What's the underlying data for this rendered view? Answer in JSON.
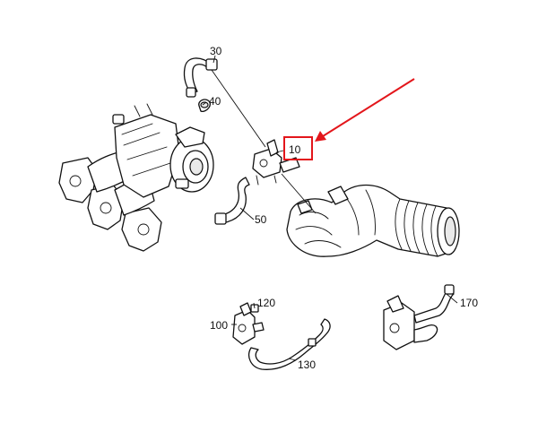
{
  "diagram": {
    "callouts": {
      "c30": "30",
      "c40": "40",
      "c10": "10",
      "c50": "50",
      "c120": "120",
      "c100": "100",
      "c130": "130",
      "c170": "170"
    },
    "highlight": {
      "label": "10",
      "color": "#e3161b"
    }
  }
}
